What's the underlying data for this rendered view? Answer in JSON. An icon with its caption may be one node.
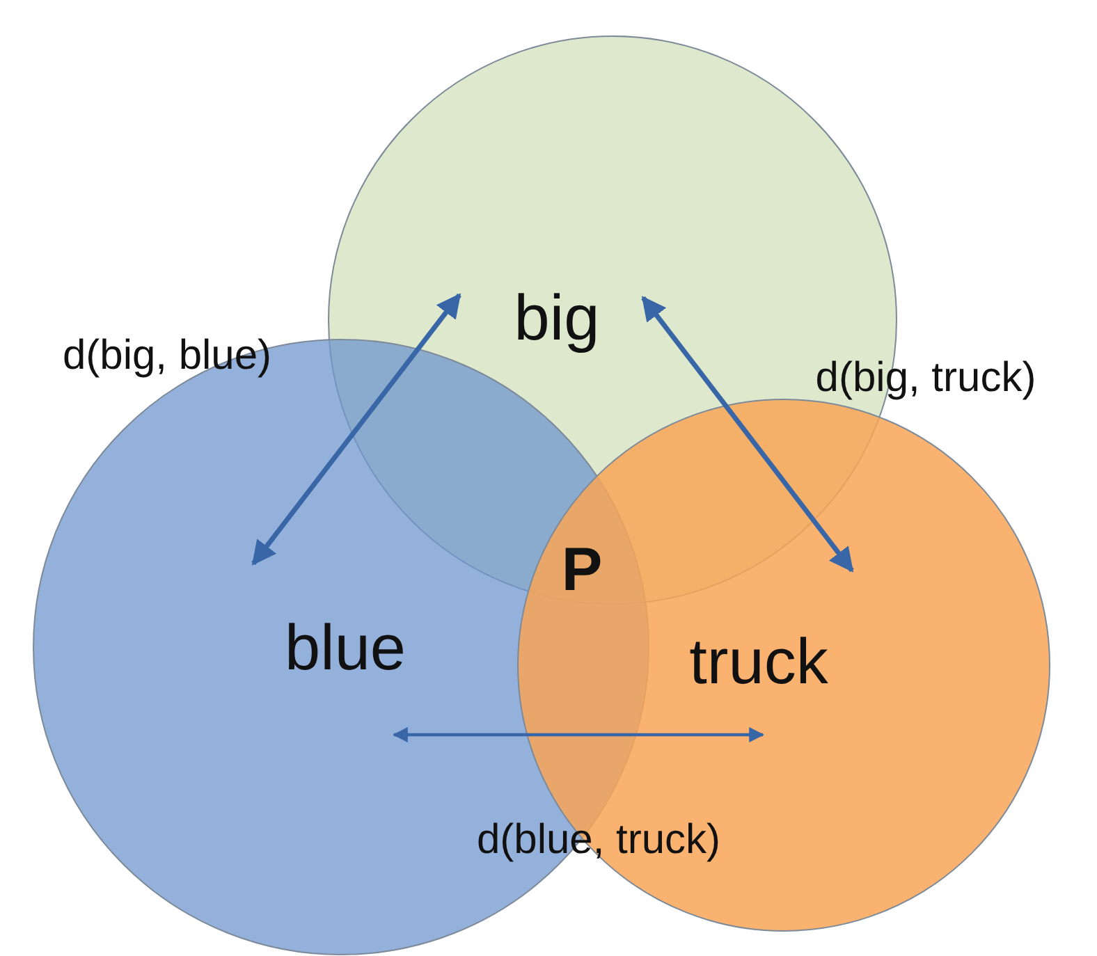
{
  "diagram": {
    "nodes": [
      {
        "text": [
          "big"
        ]
      },
      {
        "text": [
          "blue"
        ]
      },
      {
        "text": [
          "truck"
        ]
      }
    ],
    "edges": [
      {
        "from": 0,
        "to": 1,
        "arrow": "both",
        "label": "d(big, blue)"
      },
      {
        "from": 0,
        "to": 2,
        "arrow": "both",
        "label": "d(big, truck)"
      },
      {
        "from": 1,
        "to": 2,
        "arrow": "both",
        "label": "d(blue, truck)"
      }
    ],
    "labels": [
      "P"
    ]
  }
}
